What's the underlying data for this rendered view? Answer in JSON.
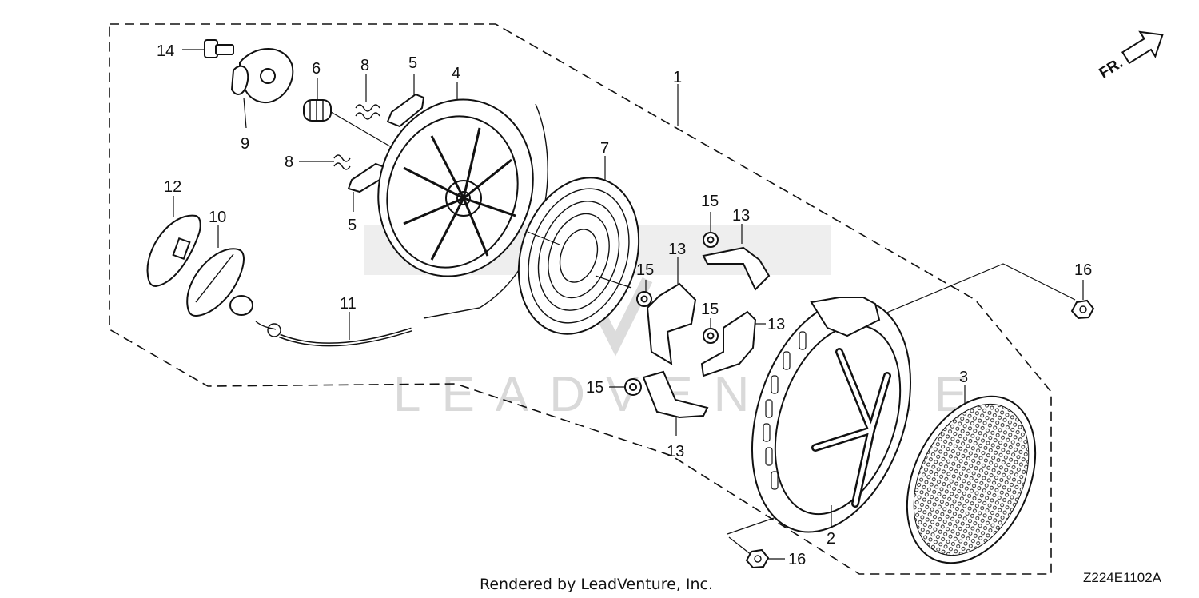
{
  "diagram": {
    "callouts": [
      {
        "id": "c1",
        "text": "1"
      },
      {
        "id": "c2",
        "text": "2"
      },
      {
        "id": "c3",
        "text": "3"
      },
      {
        "id": "c4",
        "text": "4"
      },
      {
        "id": "c5a",
        "text": "5"
      },
      {
        "id": "c5b",
        "text": "5"
      },
      {
        "id": "c6",
        "text": "6"
      },
      {
        "id": "c7",
        "text": "7"
      },
      {
        "id": "c8a",
        "text": "8"
      },
      {
        "id": "c8b",
        "text": "8"
      },
      {
        "id": "c9",
        "text": "9"
      },
      {
        "id": "c10",
        "text": "10"
      },
      {
        "id": "c11",
        "text": "11"
      },
      {
        "id": "c12",
        "text": "12"
      },
      {
        "id": "c13a",
        "text": "13"
      },
      {
        "id": "c13b",
        "text": "13"
      },
      {
        "id": "c13c",
        "text": "13"
      },
      {
        "id": "c13d",
        "text": "13"
      },
      {
        "id": "c14",
        "text": "14"
      },
      {
        "id": "c15a",
        "text": "15"
      },
      {
        "id": "c15b",
        "text": "15"
      },
      {
        "id": "c15c",
        "text": "15"
      },
      {
        "id": "c15d",
        "text": "15"
      },
      {
        "id": "c16a",
        "text": "16"
      },
      {
        "id": "c16b",
        "text": "16"
      }
    ],
    "direction_label": "FR.",
    "watermark_text": "LEADVENTURE",
    "footer_text": "Rendered by LeadVenture, Inc.",
    "diagram_code": "Z224E1102A"
  }
}
